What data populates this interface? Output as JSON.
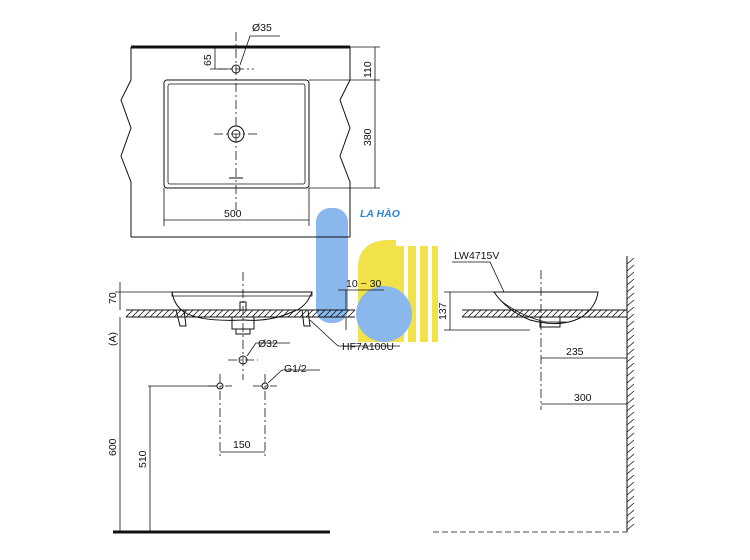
{
  "logo": {
    "text": "LA HÀO",
    "color_blue": "#8ab8ec",
    "color_yellow": "#f2e24a",
    "text_color": "#2b87d6"
  },
  "top_view": {
    "dim_hole_diameter": "Ø35",
    "dim_hole_offset": "65",
    "dim_back_edge": "110",
    "dim_depth": "380",
    "dim_width": "500"
  },
  "front_view": {
    "dim_basin_height": "70",
    "dim_counter_label": "(A)",
    "dim_waste_diameter": "Ø32",
    "dim_supply_thread": "G1/2",
    "dim_supply_spacing": "150",
    "dim_floor_to_supply": "510",
    "dim_floor_to_top": "600",
    "dim_counter_thickness": "10 ~ 30",
    "part_drain": "HF7A100U"
  },
  "side_view": {
    "model": "LW4715V",
    "dim_height": "137",
    "dim_to_drain": "235",
    "dim_to_wall": "300"
  }
}
